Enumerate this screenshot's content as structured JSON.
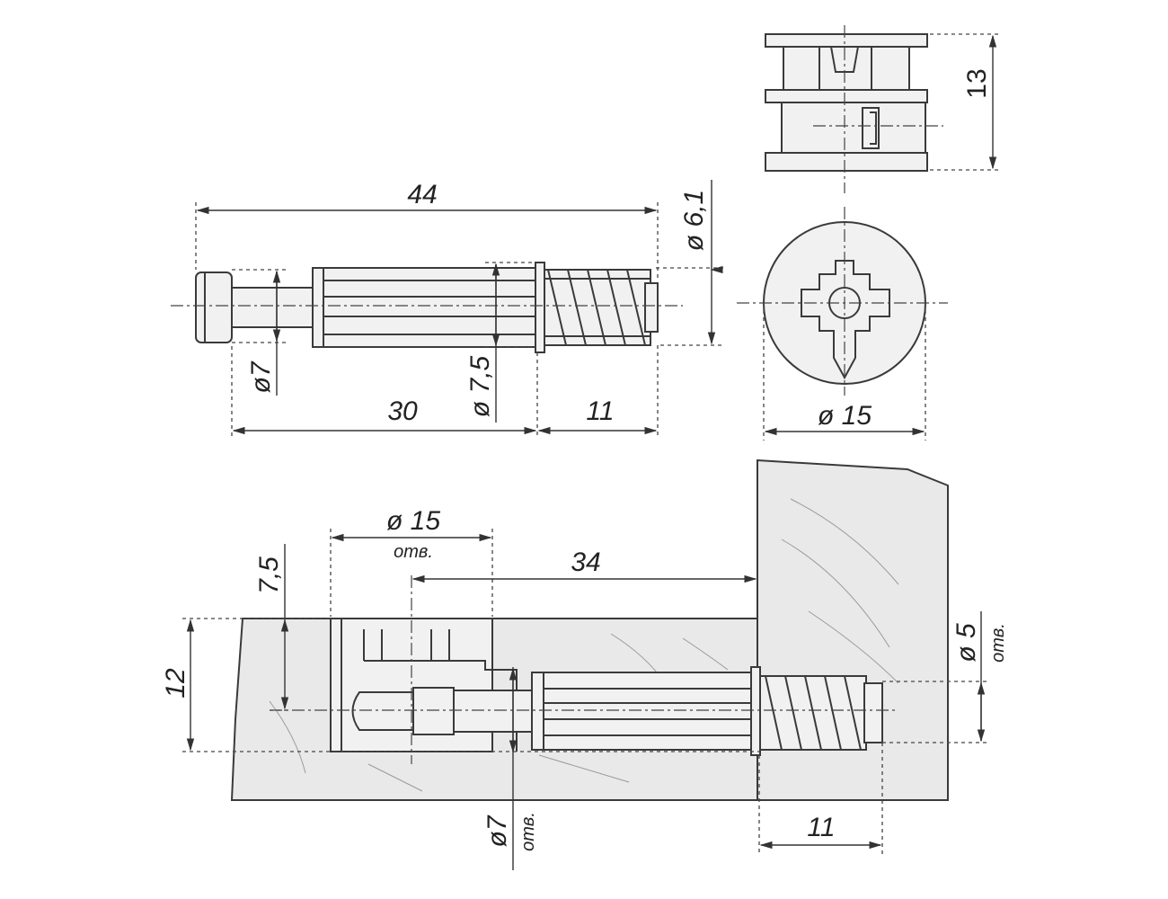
{
  "dimensions": {
    "overall_length": "44",
    "thread_diameter": "ø 6,1",
    "head_neck_diameter": "ø7",
    "body_diameter": "ø 7,5",
    "body_length": "30",
    "thread_length": "11",
    "cam_height": "13",
    "cam_diameter": "ø 15",
    "hole_cam_diameter": "ø 15",
    "hole_cam_note": "отв.",
    "distance_34": "34",
    "offset_7_5": "7,5",
    "panel_thickness": "12",
    "hole_bolt_diameter": "ø 5",
    "hole_bolt_note": "отв.",
    "hole_body_diameter": "ø7",
    "hole_body_note": "отв.",
    "thread_depth_11": "11"
  }
}
